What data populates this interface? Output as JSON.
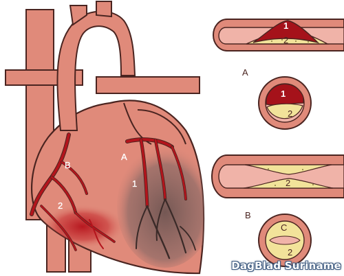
{
  "heart": {
    "label_a": "A",
    "label_b": "B",
    "marker_1": "1",
    "marker_2": "2"
  },
  "panel_a": {
    "label": "A",
    "long_clot": "1",
    "long_plaque": "2",
    "cross_clot": "1",
    "cross_plaque": "2"
  },
  "panel_b": {
    "label": "B",
    "long_plaque": "2",
    "cross_top": "C",
    "cross_bottom": "2"
  },
  "watermark": "DagBlad Suriname",
  "colors": {
    "vessel_fill": "#e08a7a",
    "outline": "#4a2420",
    "artery": "#b3141c",
    "plaque": "#f2e39a",
    "clot": "#a5121a",
    "infarct": "#8c6a66"
  }
}
